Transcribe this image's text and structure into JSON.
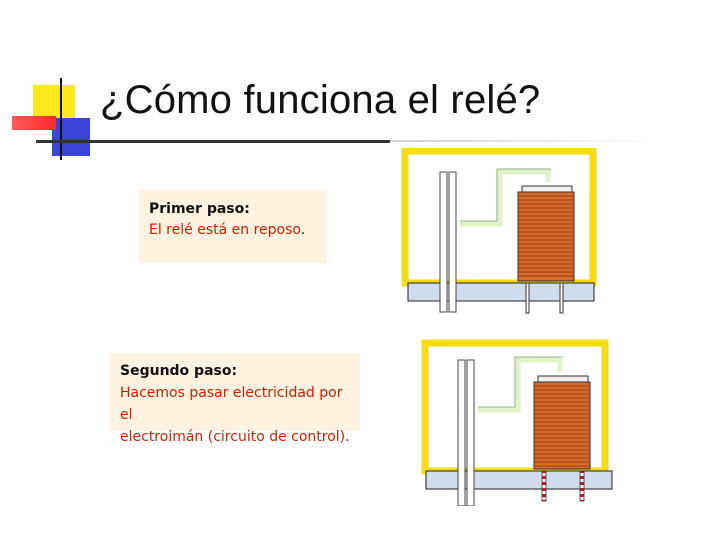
{
  "slide": {
    "title": "¿Cómo funciona el relé?"
  },
  "steps": [
    {
      "heading": "Primer paso:",
      "text": "El relé está en reposo",
      "trailing": ".",
      "state": "rest"
    },
    {
      "heading": "Segundo paso:",
      "text_lines": [
        "Hacemos pasar electricidad por el",
        "electroimán (circuito de control)."
      ],
      "state": "energized"
    }
  ],
  "colors": {
    "accent_yellow": "#ffe81e",
    "accent_red": "#ff2a2a",
    "accent_blue": "#3a45d8",
    "frame_yellow": "#f5dc14",
    "coil_orange": "#d86a2a",
    "base_blue": "#cfdcec",
    "wire_green": "#dff2c8",
    "step_box_bg": "#fdf1e0",
    "step_text_red": "#cc2200"
  }
}
